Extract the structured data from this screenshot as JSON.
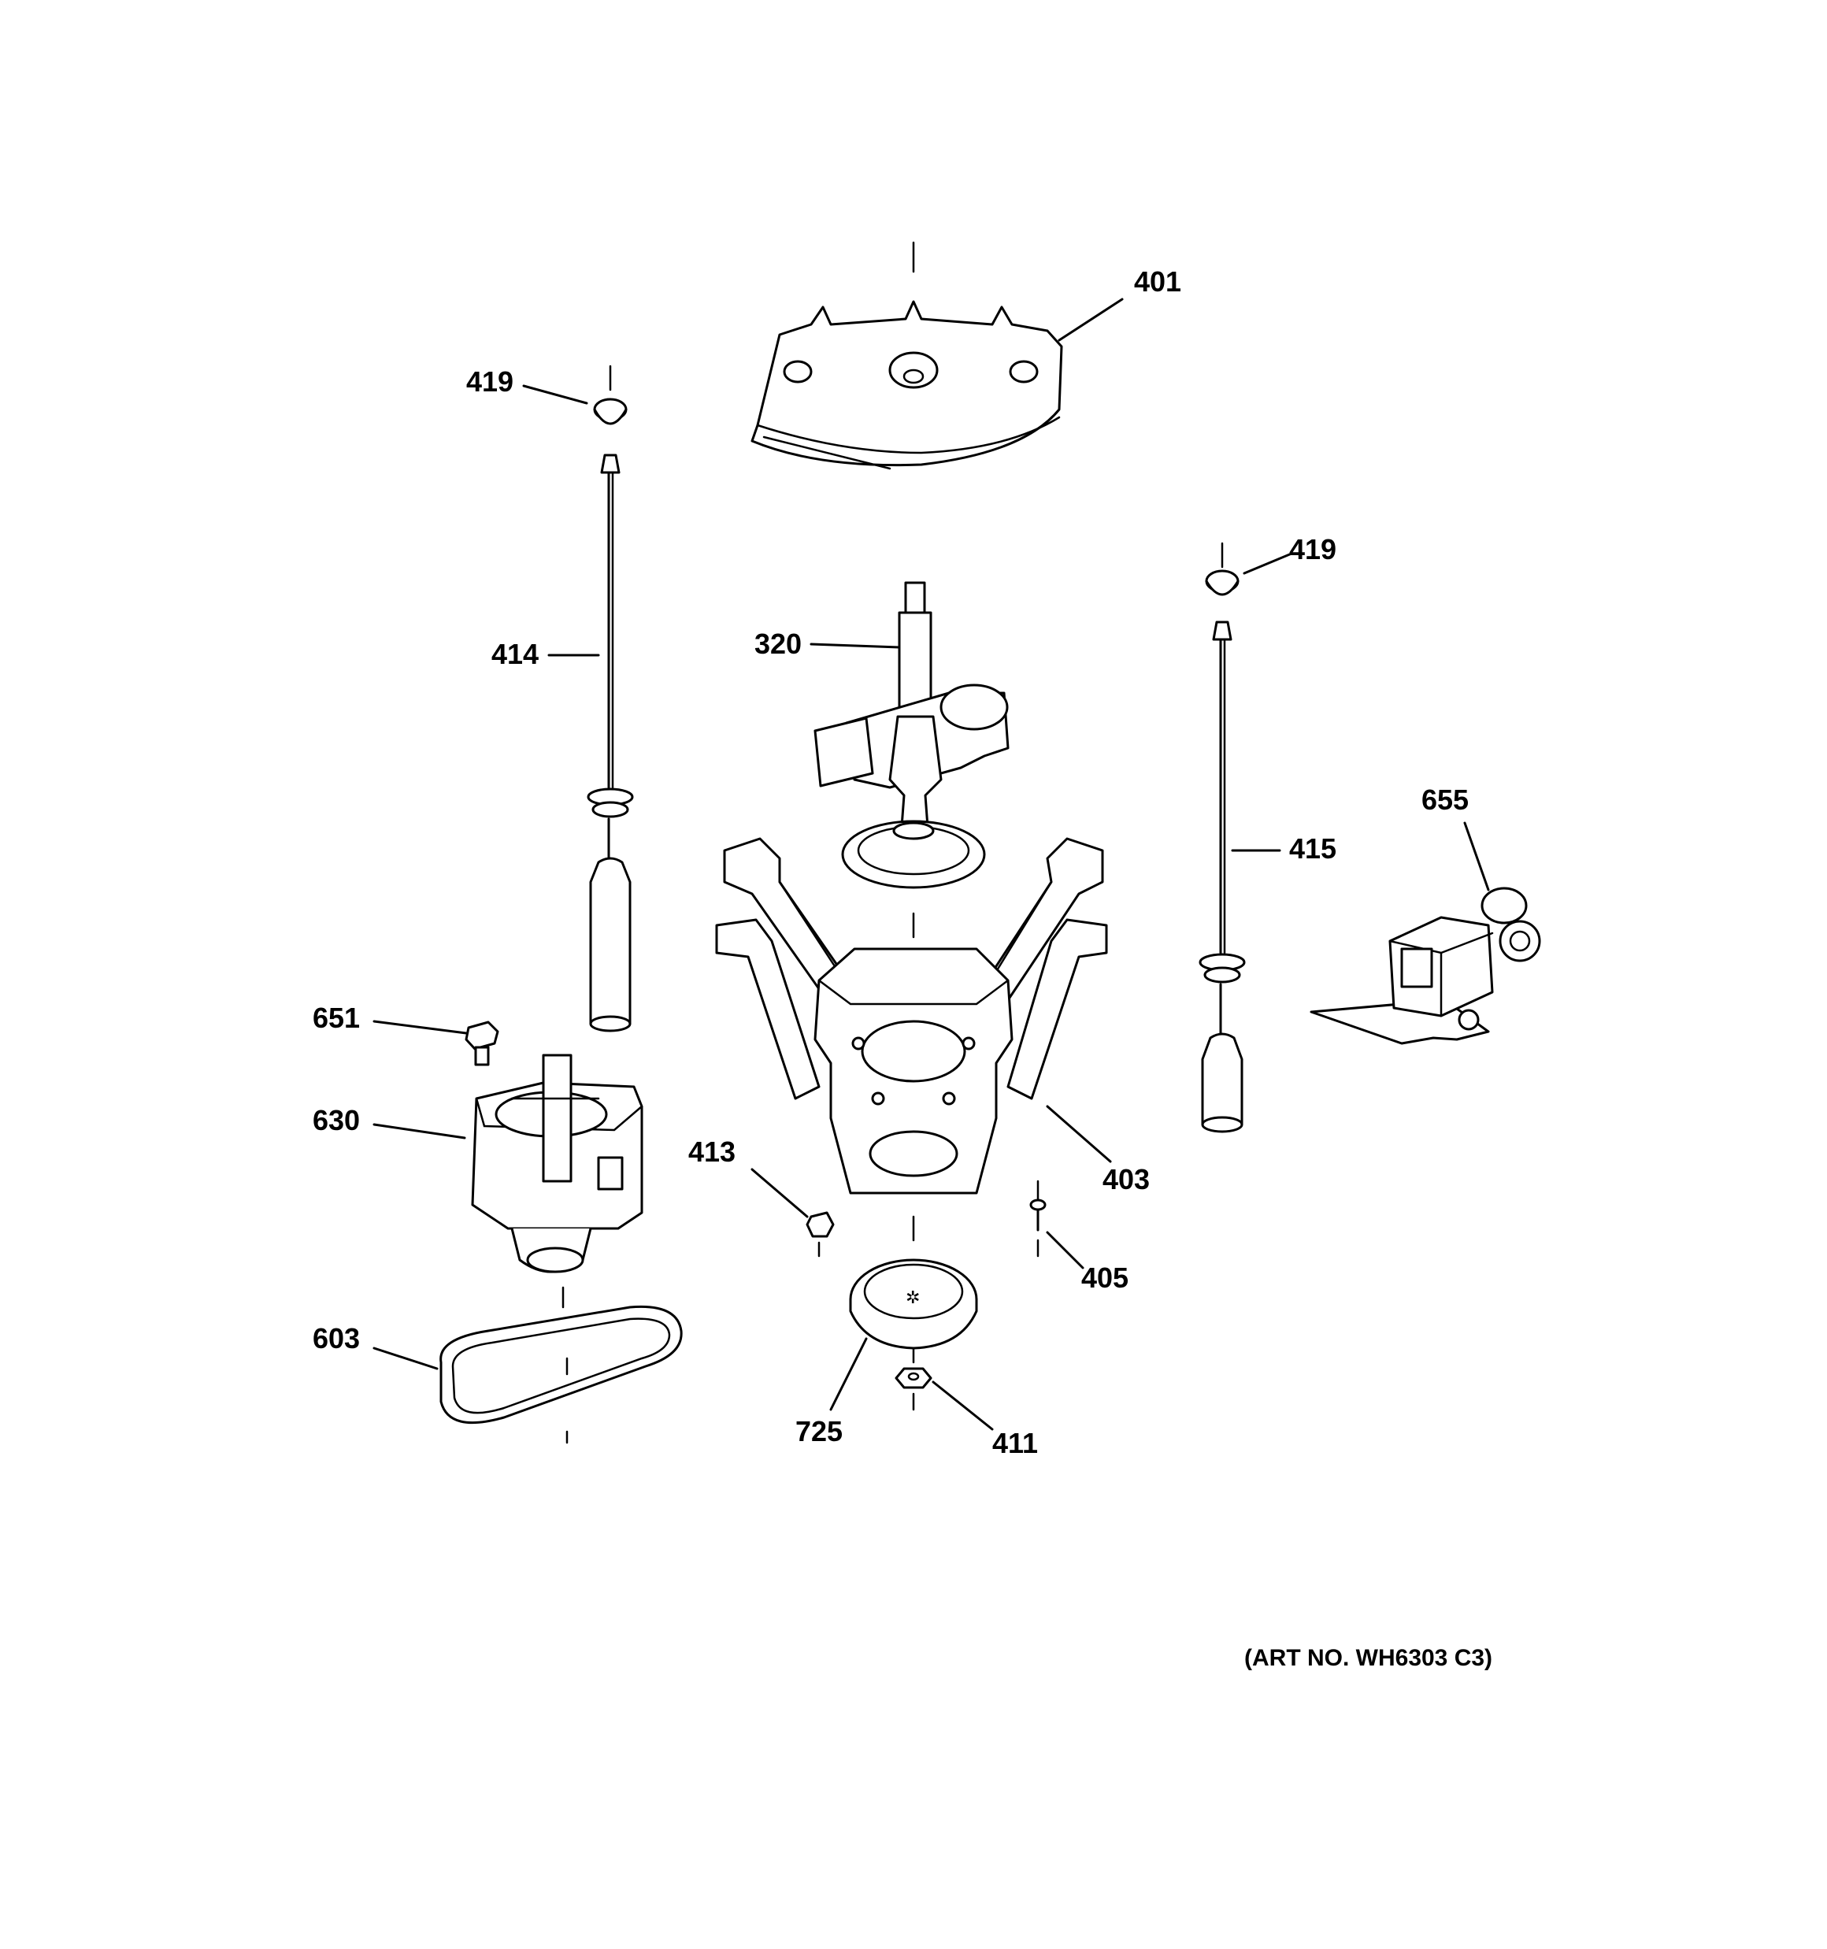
{
  "callouts": {
    "c401": "401",
    "c419_left": "419",
    "c419_right": "419",
    "c414": "414",
    "c320": "320",
    "c415": "415",
    "c655": "655",
    "c651": "651",
    "c630": "630",
    "c413": "413",
    "c403": "403",
    "c405": "405",
    "c603": "603",
    "c725": "725",
    "c411": "411"
  },
  "art_number": "(ART NO. WH6303 C3)"
}
